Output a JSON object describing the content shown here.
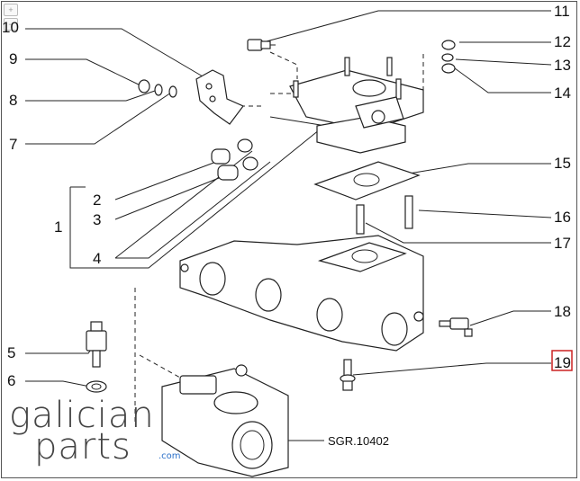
{
  "callouts": [
    {
      "id": "10",
      "label": "10"
    },
    {
      "id": "9",
      "label": "9"
    },
    {
      "id": "8",
      "label": "8"
    },
    {
      "id": "7",
      "label": "7"
    },
    {
      "id": "2",
      "label": "2"
    },
    {
      "id": "3",
      "label": "3"
    },
    {
      "id": "1",
      "label": "1"
    },
    {
      "id": "4",
      "label": "4"
    },
    {
      "id": "5",
      "label": "5"
    },
    {
      "id": "6",
      "label": "6"
    },
    {
      "id": "11",
      "label": "11"
    },
    {
      "id": "12",
      "label": "12"
    },
    {
      "id": "13",
      "label": "13"
    },
    {
      "id": "14",
      "label": "14"
    },
    {
      "id": "15",
      "label": "15"
    },
    {
      "id": "16",
      "label": "16"
    },
    {
      "id": "17",
      "label": "17"
    },
    {
      "id": "18",
      "label": "18"
    },
    {
      "id": "19",
      "label": "19"
    }
  ],
  "highlighted_callout": "19",
  "highlight_color": "#cc2222",
  "drawing_code": "SGR.10402",
  "brand": {
    "line1": "galician",
    "line2": "parts",
    "suffix": ".com",
    "accent_color": "#2a6fc9"
  },
  "zoom_controls": {
    "zoom_in": "+",
    "zoom_out": "−"
  }
}
